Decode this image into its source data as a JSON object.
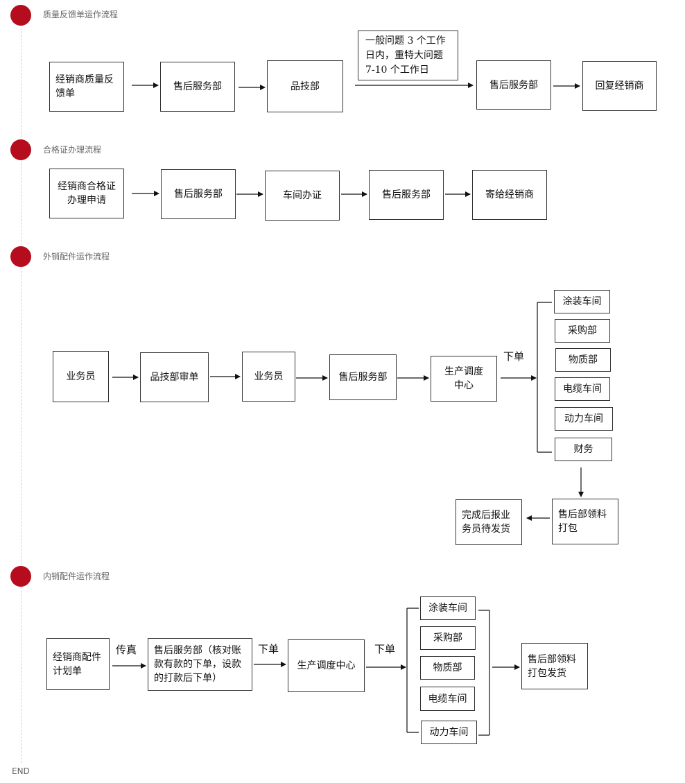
{
  "sections": [
    {
      "title": "质量反馈单运作流程"
    },
    {
      "title": "合格证办理流程"
    },
    {
      "title": "外销配件运作流程"
    },
    {
      "title": "内销配件运作流程"
    }
  ],
  "end_label": "END",
  "flow1": {
    "dealer_feedback": "经销商质量反\n馈单",
    "after_sales_1": "售后服务部",
    "tech_dept": "品技部",
    "note": "一般问题 3 个工作\n日内，重特大问题\n7-10 个工作日",
    "after_sales_2": "售后服务部",
    "reply_dealer": "回复经销商"
  },
  "flow2": {
    "dealer_apply": "经销商合格证\n办理申请",
    "after_sales_1": "售后服务部",
    "workshop_cert": "车间办证",
    "after_sales_2": "售后服务部",
    "mail_dealer": "寄给经销商"
  },
  "flow3": {
    "salesman_1": "业务员",
    "tech_review": "品技部审单",
    "salesman_2": "业务员",
    "after_sales": "售后服务部",
    "dispatch": "生产调度\n中心",
    "order_label": "下单",
    "departments": [
      "涂装车间",
      "采购部",
      "物质部",
      "电缆车间",
      "动力车间",
      "财务"
    ],
    "pickup": "售后部领料\n打包",
    "report": "完成后报业\n务员待发货"
  },
  "flow4": {
    "dealer_plan": "经销商配件\n计划单",
    "fax_label": "传真",
    "after_sales": "售后服务部（核对账\n款有款的下单，设款\n的打款后下单）",
    "order_label_1": "下单",
    "dispatch": "生产调度中心",
    "order_label_2": "下单",
    "departments": [
      "涂装车间",
      "采购部",
      "物质部",
      "电缆车间",
      "动力车间"
    ],
    "pickup": "售后部领料\n打包发货"
  }
}
